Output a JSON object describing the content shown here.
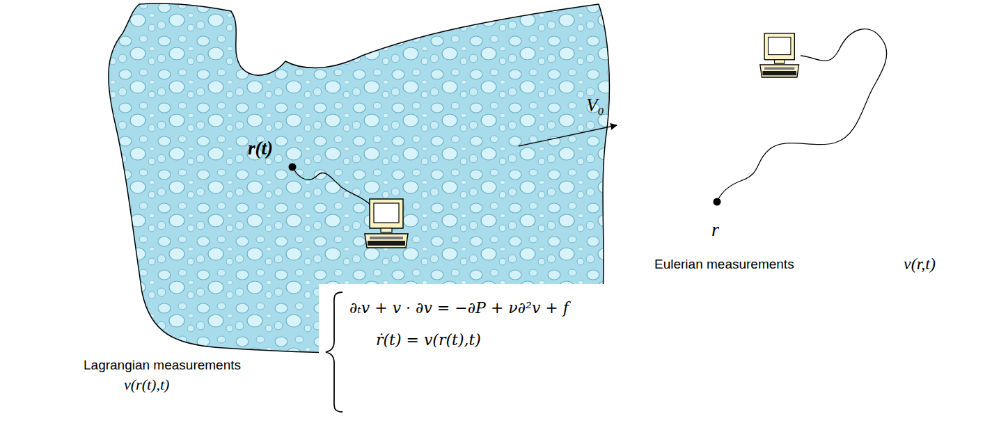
{
  "diagram": {
    "labels": [
      "r(t)",
      "V₀",
      "r",
      "Eulerian measurements",
      "v(r,t)",
      "Lagrangian measurements",
      "v(r(t),t)",
      "∂ₜv + v · ∂v = −∂P + ν∂²v + f",
      "ṙ(t) = v(r(t),t)"
    ]
  }
}
